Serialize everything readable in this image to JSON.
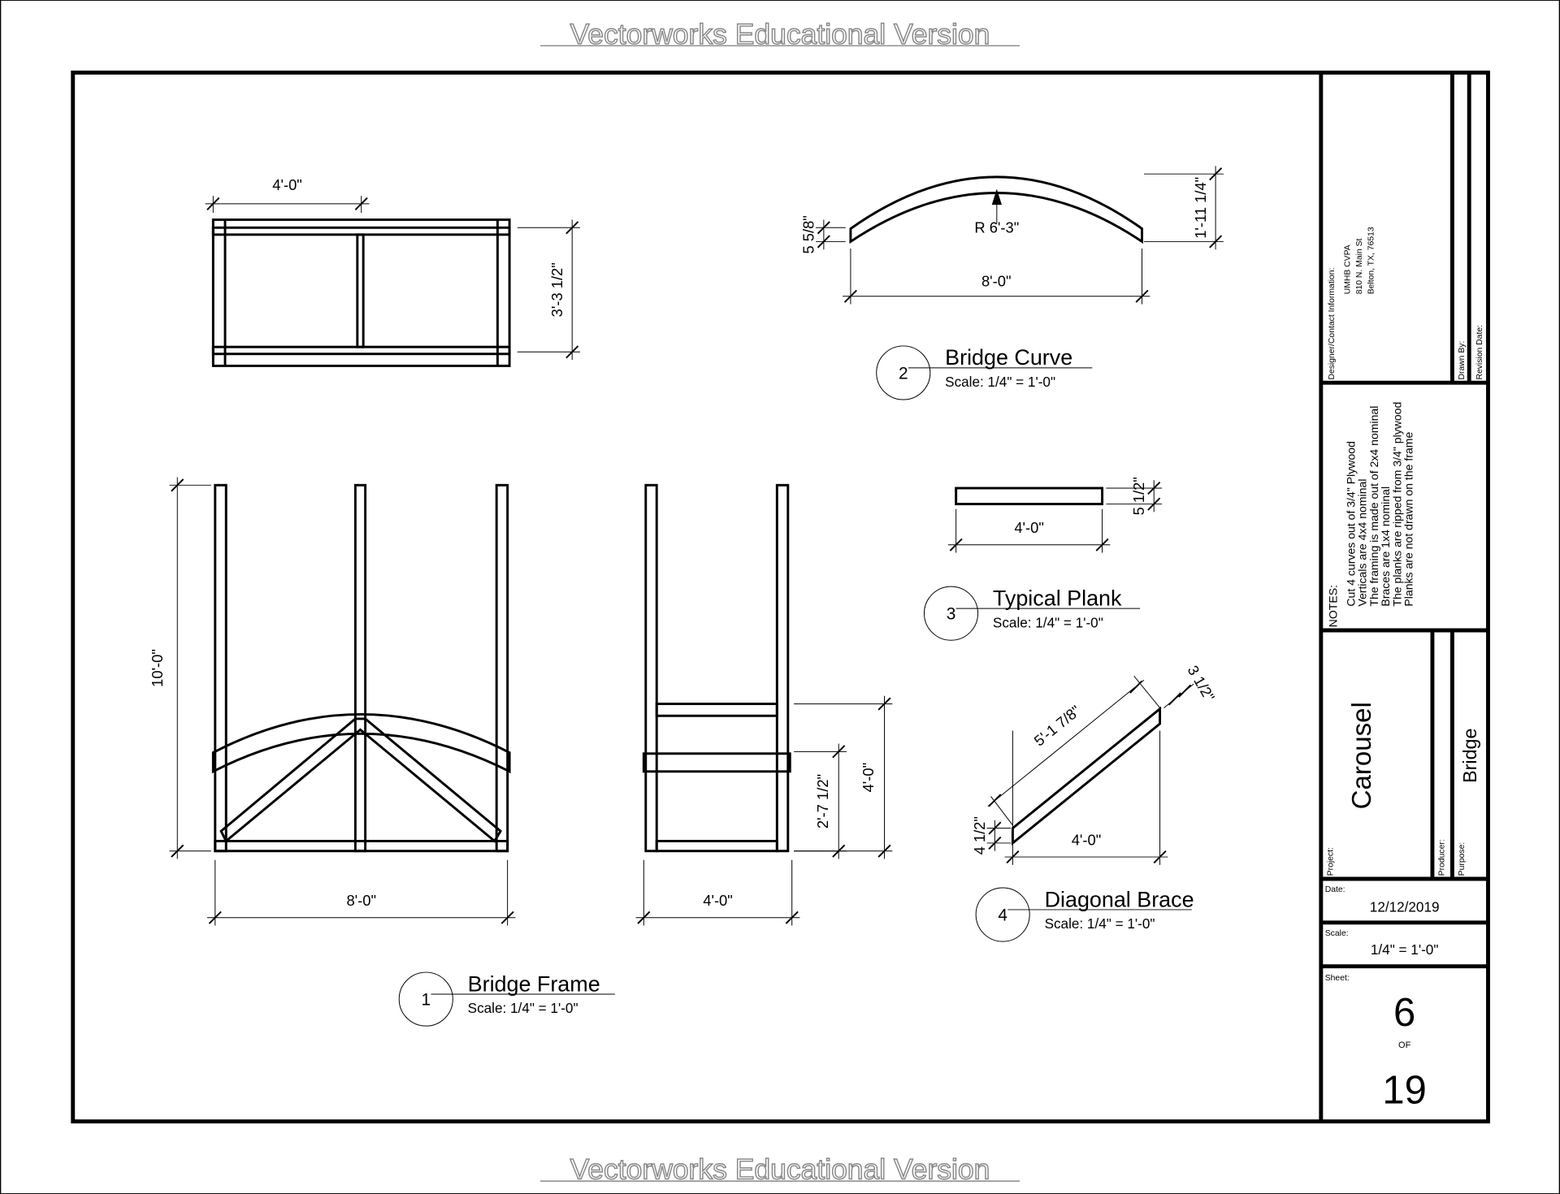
{
  "watermark": "Vectorworks Educational Version",
  "views": [
    {
      "number": "1",
      "title": "Bridge Frame",
      "scale": "Scale: 1/4\" = 1'-0\""
    },
    {
      "number": "2",
      "title": "Bridge Curve",
      "scale": "Scale: 1/4\" = 1'-0\""
    },
    {
      "number": "3",
      "title": "Typical Plank",
      "scale": "Scale: 1/4\" = 1'-0\""
    },
    {
      "number": "4",
      "title": "Diagonal Brace",
      "scale": "Scale: 1/4\" = 1'-0\""
    }
  ],
  "dimensions": {
    "frame_plan": {
      "width": "4'-0\"",
      "depth": "3'-3 1/2\""
    },
    "curve": {
      "radius": "R 6'-3\"",
      "thickness": "5 5/8\"",
      "length": "8'-0\"",
      "rise": "1'-11 1/4\""
    },
    "plank": {
      "length": "4'-0\"",
      "width": "5 1/2\""
    },
    "frame_front": {
      "height": "10'-0\"",
      "width": "8'-0\""
    },
    "frame_side": {
      "width": "4'-0\"",
      "rail_height": "2'-7 1/2\"",
      "height": "4'-0\""
    },
    "brace": {
      "length": "5'-1 7/8\"",
      "run": "4'-0\"",
      "end_left": "4 1/2\"",
      "end_right": "3 1/2\""
    }
  },
  "title_block": {
    "designer_label": "Designer/Contact Information:",
    "designer_lines": [
      "UMHB CVPA",
      "810 N. Main St",
      "Belton, TX, 76513"
    ],
    "drawn_by_label": "Drawn By:",
    "revision_date_label": "Revision Date:",
    "notes_label": "NOTES:",
    "notes": [
      "Cut 4 curves out of 3/4\" Plywood",
      "Verticals are 4x4 nominal",
      "The framing is made out of 2x4 nominal",
      "Braces are 1x4 nominal",
      "The planks are ripped from 3/4\" plywood",
      "Planks are not drawn on the frame"
    ],
    "project_label": "Project:",
    "project": "Carousel",
    "producer_label": "Producer:",
    "purpose_label": "Purpose:",
    "purpose": "Bridge",
    "date_label": "Date:",
    "date": "12/12/2019",
    "scale_label": "Scale:",
    "scale": "1/4\" = 1'-0\"",
    "sheet_label": "Sheet:",
    "sheet": "6",
    "of": "OF",
    "total": "19"
  }
}
